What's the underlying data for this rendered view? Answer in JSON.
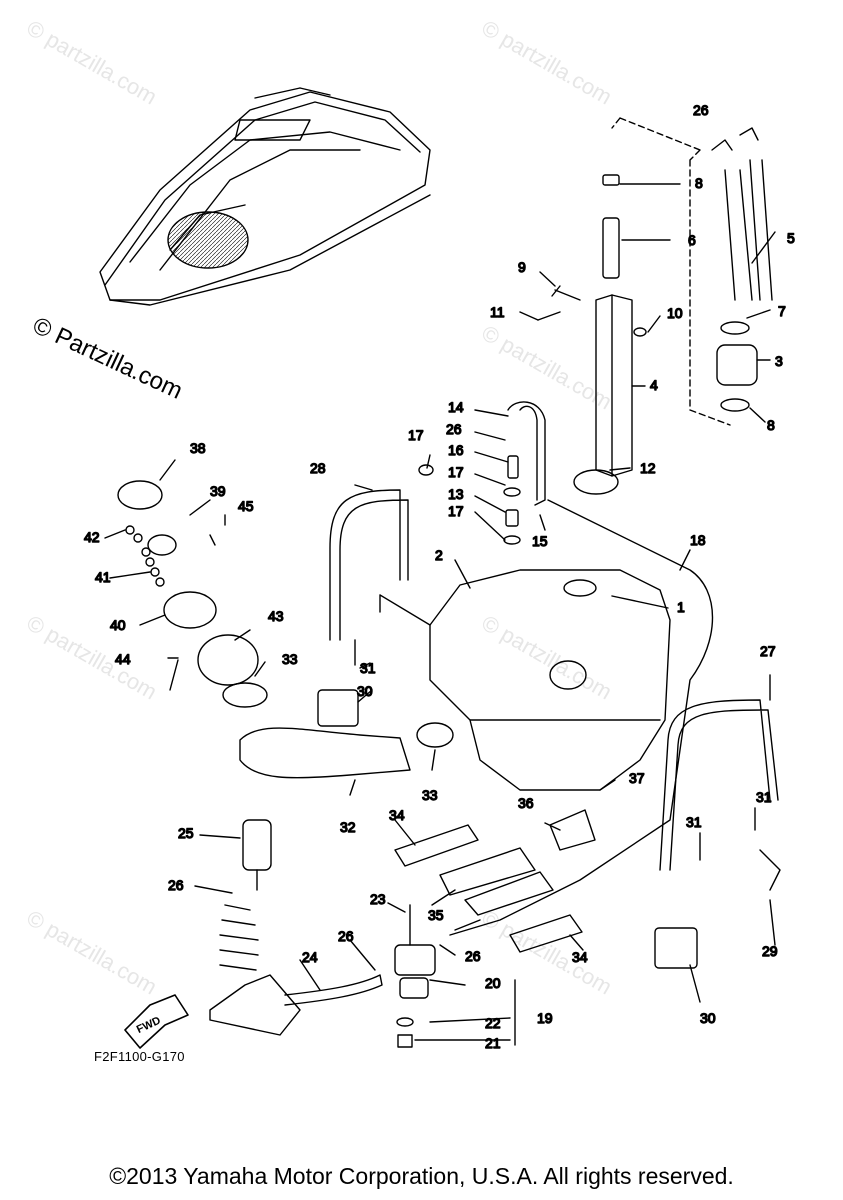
{
  "watermark": "© partzilla.com",
  "brand_watermark": "© Partzilla.com",
  "diagram_code": "F2F1100-G170",
  "fwd_label": "FWD",
  "copyright": "©2013 Yamaha Motor Corporation, U.S.A. All rights reserved.",
  "callouts": {
    "c1": "1",
    "c2": "2",
    "c3": "3",
    "c4": "4",
    "c5": "5",
    "c6": "6",
    "c7": "7",
    "c8a": "8",
    "c8b": "8",
    "c9": "9",
    "c10": "10",
    "c11": "11",
    "c12": "12",
    "c13": "13",
    "c14": "14",
    "c15": "15",
    "c16": "16",
    "c17a": "17",
    "c17b": "17",
    "c17c": "17",
    "c18": "18",
    "c19": "19",
    "c20": "20",
    "c21": "21",
    "c22": "22",
    "c23": "23",
    "c24": "24",
    "c25": "25",
    "c26a": "26",
    "c26b": "26",
    "c26c": "26",
    "c26d": "26",
    "c26e": "26",
    "c27": "27",
    "c28": "28",
    "c29": "29",
    "c30a": "30",
    "c30b": "30",
    "c31a": "31",
    "c31b": "31",
    "c31c": "31",
    "c32": "32",
    "c33a": "33",
    "c33b": "33",
    "c34a": "34",
    "c34b": "34",
    "c35": "35",
    "c36": "36",
    "c37": "37",
    "c38": "38",
    "c39": "39",
    "c40": "40",
    "c41": "41",
    "c42": "42",
    "c43": "43",
    "c44": "44",
    "c45": "45"
  }
}
